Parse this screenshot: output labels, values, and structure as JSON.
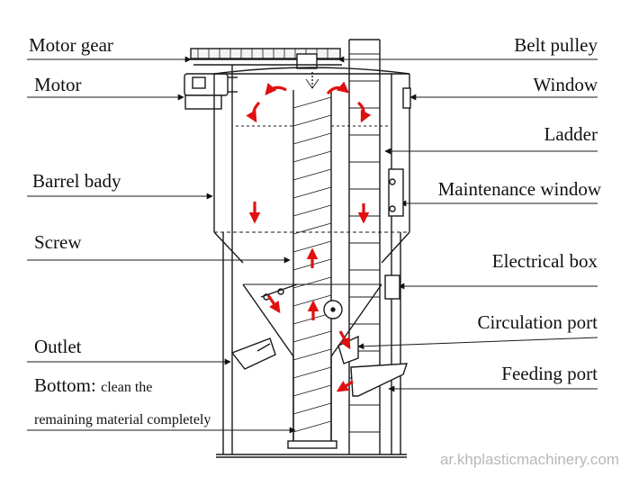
{
  "labels": {
    "motor_gear": "Motor gear",
    "motor": "Motor",
    "barrel_body": "Barrel bady",
    "screw": "Screw",
    "outlet": "Outlet",
    "bottom_title": "Bottom:",
    "bottom_line1": "clean the",
    "bottom_line2": "remaining material  completely",
    "belt_pulley": "Belt pulley",
    "window": "Window",
    "ladder": "Ladder",
    "maintenance_window": "Maintenance window",
    "electrical_box": "Electrical box",
    "circulation_port": "Circulation port",
    "feeding_port": "Feeding port"
  },
  "watermark": "ar.khplasticmachinery.com",
  "colors": {
    "line": "#1a1a1a",
    "arrow": "#e01010",
    "background": "#ffffff"
  }
}
